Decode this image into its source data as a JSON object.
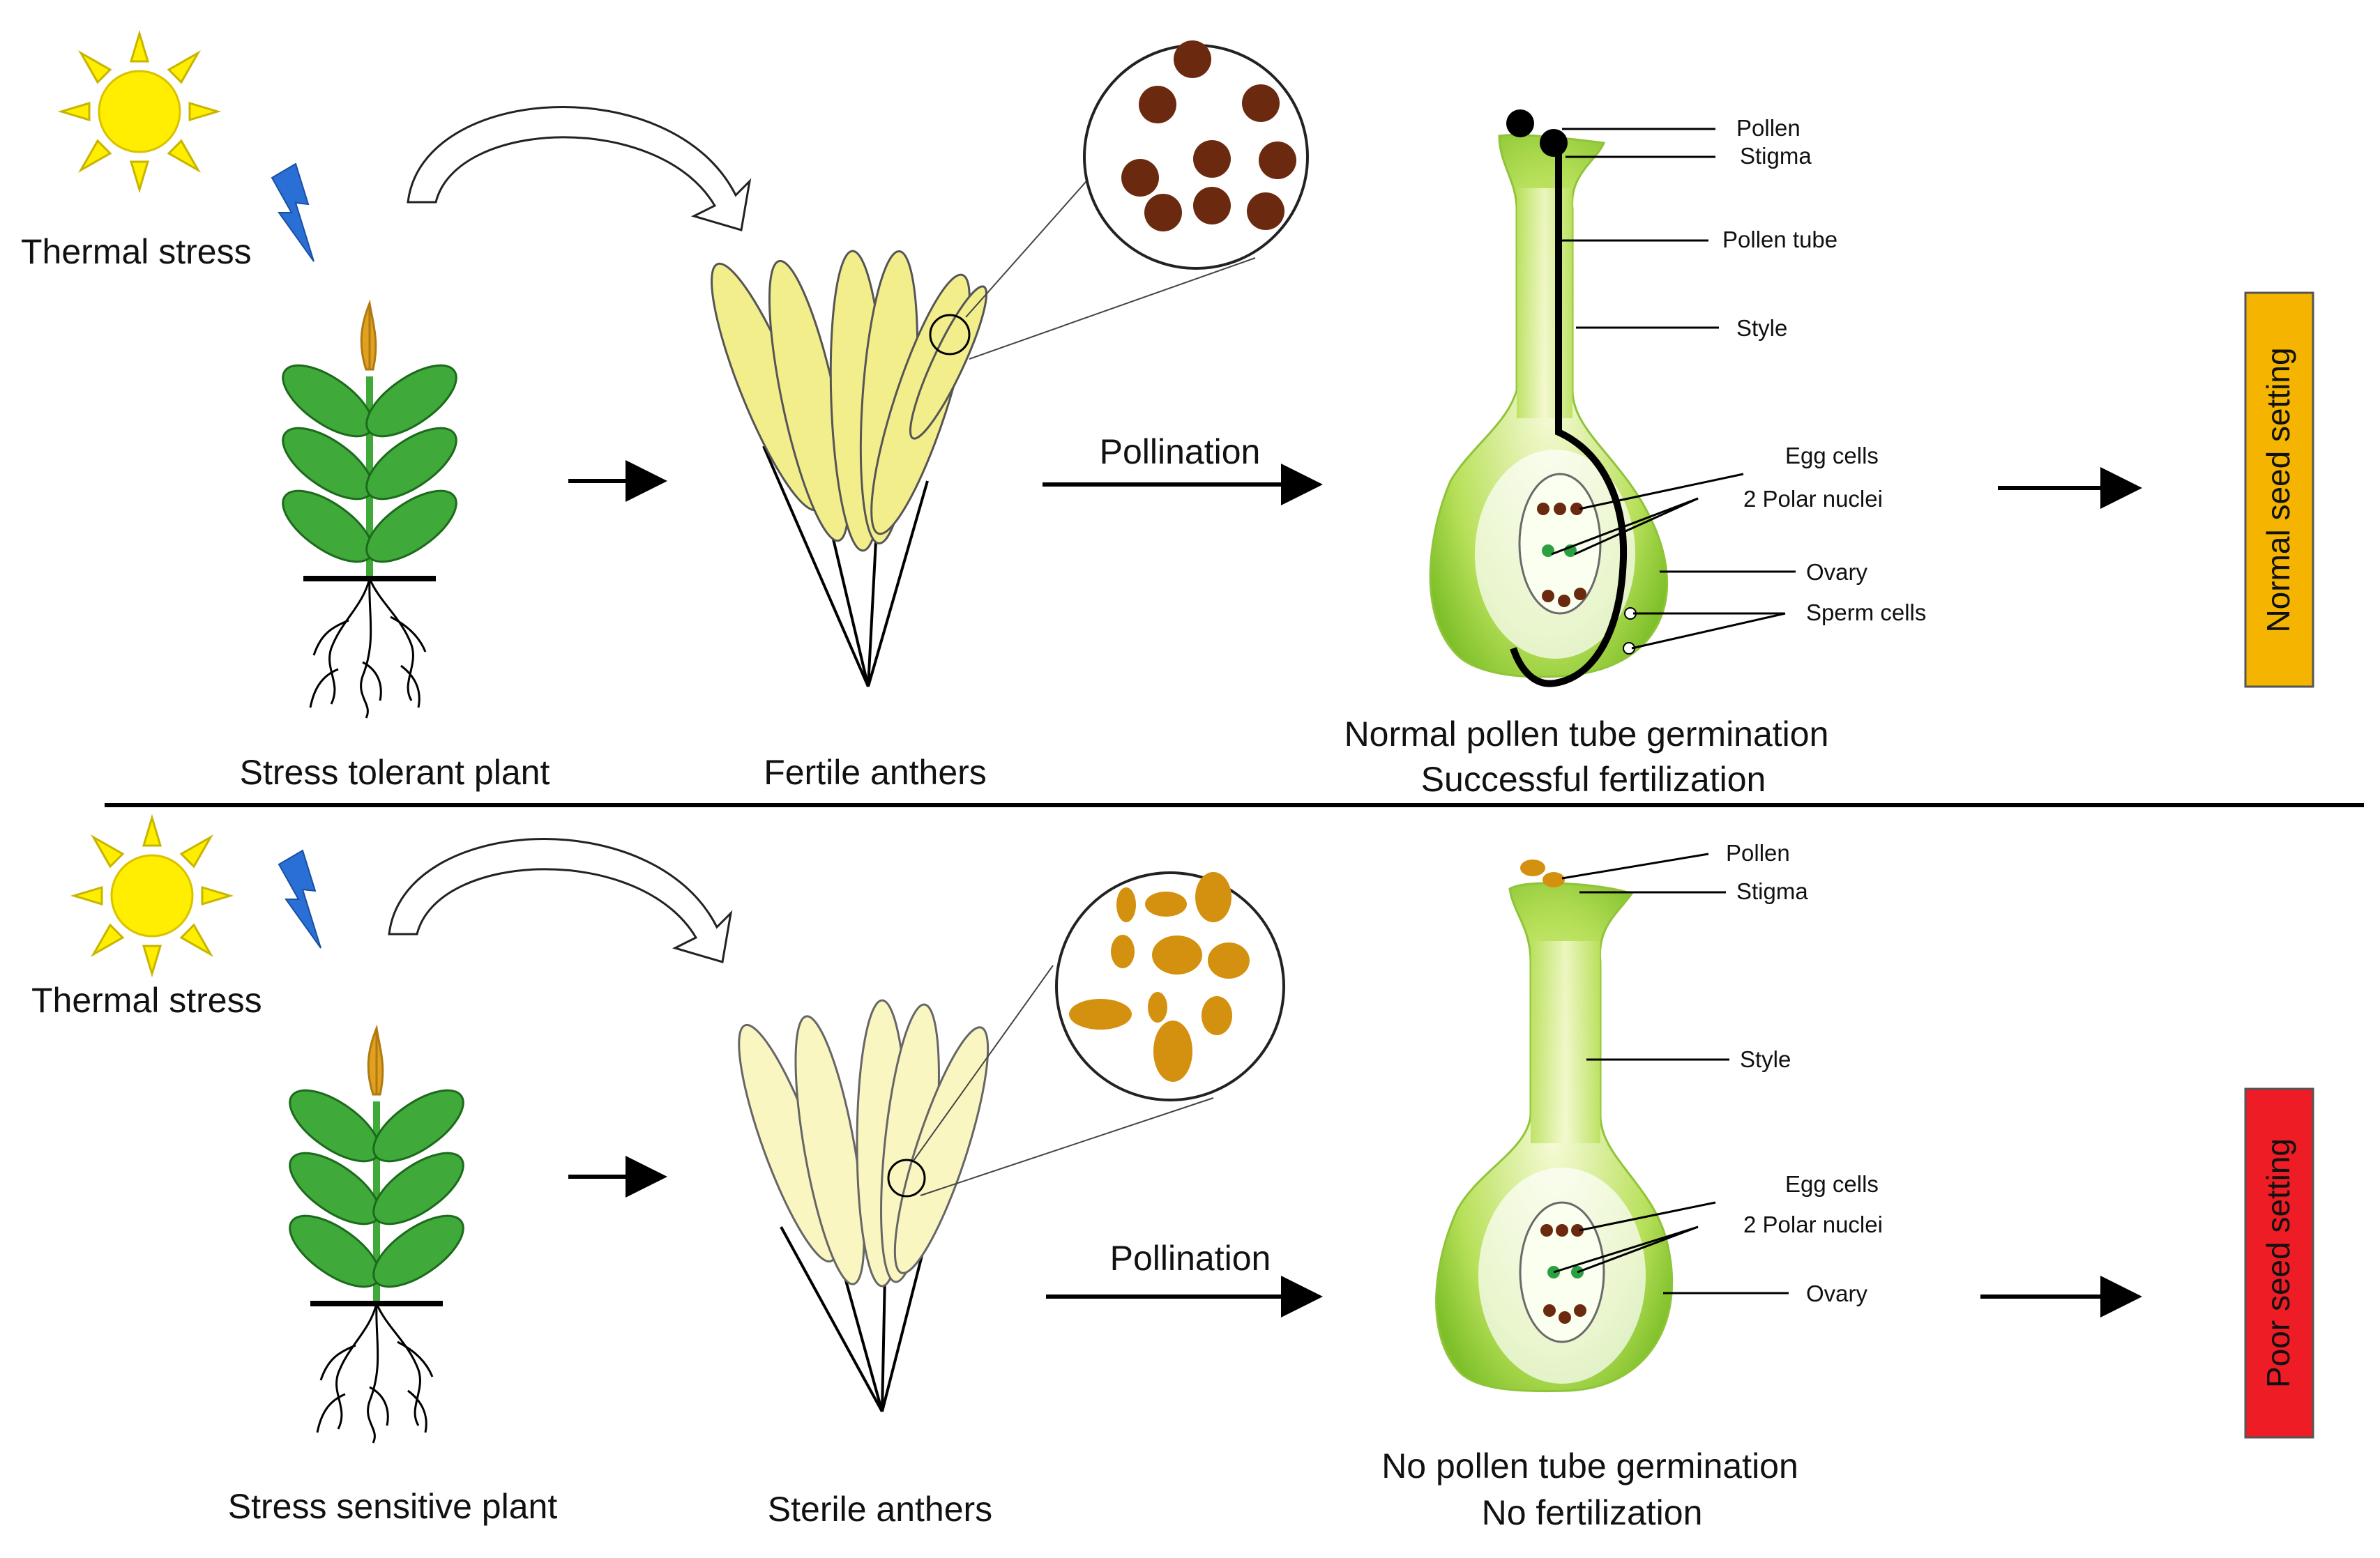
{
  "top_row": {
    "stress_label": "Thermal stress",
    "plant_label": "Stress tolerant plant",
    "anthers_label": "Fertile anthers",
    "pollination_label": "Pollination",
    "pistil_labels": {
      "pollen": "Pollen",
      "stigma": "Stigma",
      "pollen_tube": "Pollen tube",
      "style": "Style",
      "egg_cells": "Egg cells",
      "polar_nuclei": "2 Polar nuclei",
      "ovary": "Ovary",
      "sperm_cells": "Sperm cells"
    },
    "outcome_line1": "Normal pollen tube germination",
    "outcome_line2": "Successful fertilization",
    "result_label": "Normal seed setting",
    "result_color": "#f5b400",
    "pollen_color": "#6b2a10"
  },
  "bottom_row": {
    "stress_label": "Thermal stress",
    "plant_label": "Stress sensitive plant",
    "anthers_label": "Sterile anthers",
    "pollination_label": "Pollination",
    "pistil_labels": {
      "pollen": "Pollen",
      "stigma": "Stigma",
      "style": "Style",
      "egg_cells": "Egg cells",
      "polar_nuclei": "2 Polar nuclei",
      "ovary": "Ovary"
    },
    "outcome_line1": "No pollen tube germination",
    "outcome_line2": "No fertilization",
    "result_label": "Poor seed setting",
    "result_color": "#ee1c24",
    "pollen_color": "#d4900f"
  },
  "colors": {
    "sun": "#ffee00",
    "lightning": "#2a6fd6",
    "leaf": "#3faa3a",
    "anther_fertile": "#f3ee8c",
    "anther_sterile": "#faf6c2",
    "pistil_green": "#a8d94a"
  }
}
